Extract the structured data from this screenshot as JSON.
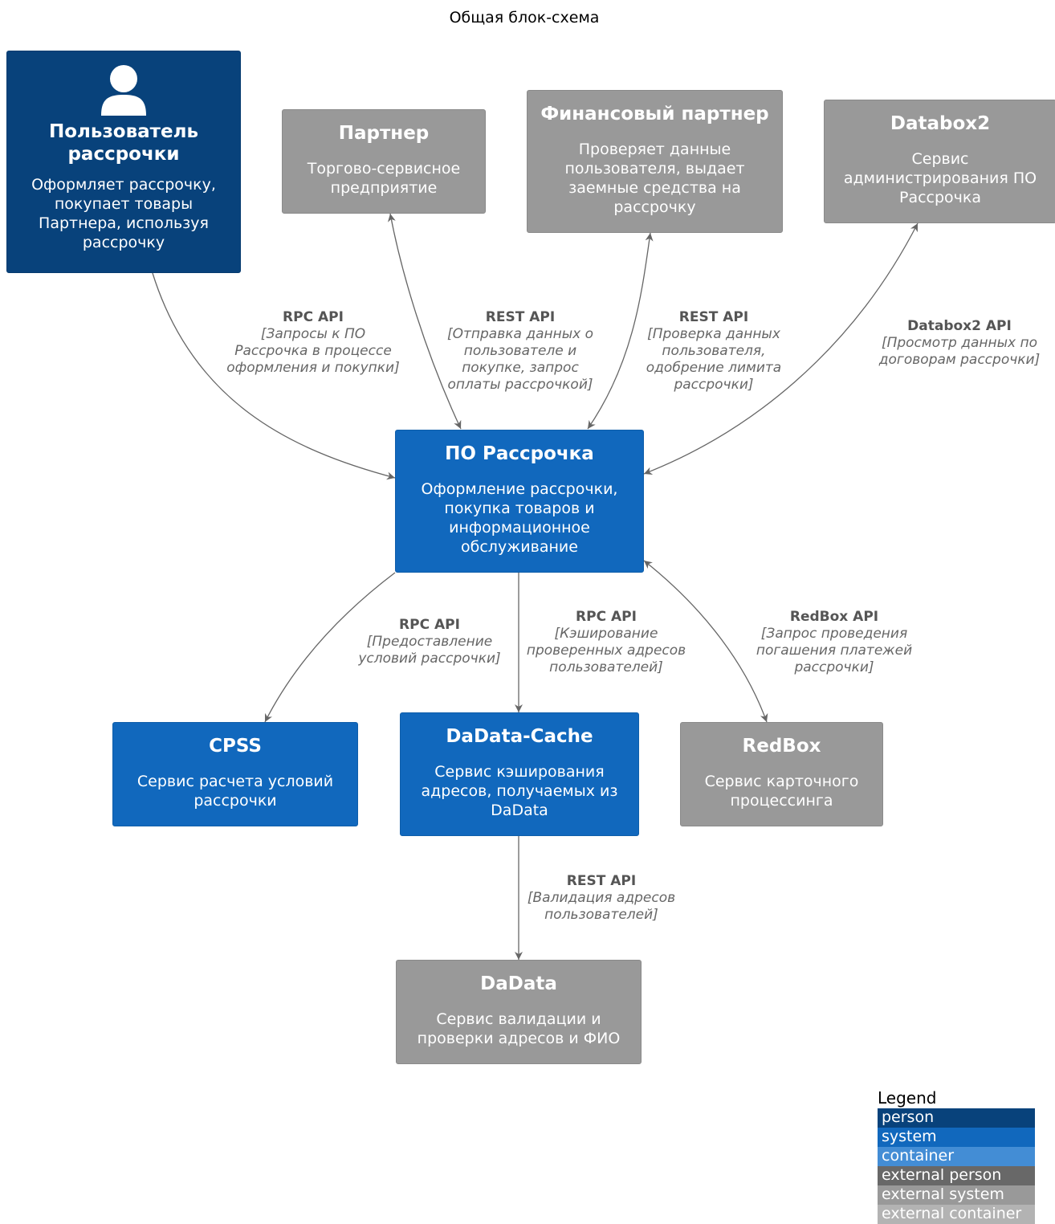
{
  "title": "Общая блок-схема",
  "nodes": {
    "user": {
      "name": "Пользователь рассрочки",
      "desc": "Оформляет рассрочку, покупает товары Партнера, используя рассрочку",
      "icon": "person-icon",
      "color": "#08427b"
    },
    "partner": {
      "name": "Партнер",
      "desc": "Торгово-сервисное предприятие",
      "color": "#999999"
    },
    "finpartner": {
      "name": "Финансовый партнер",
      "desc": "Проверяет данные пользователя, выдает заемные средства на рассрочку",
      "color": "#999999"
    },
    "databox": {
      "name": "Databox2",
      "desc": "Сервис администрирования ПО Рассрочка",
      "color": "#999999"
    },
    "po": {
      "name": "ПО Рассрочка",
      "desc": "Оформление рассрочки, покупка товаров и информационное обслуживание",
      "color": "#1168bd"
    },
    "cpss": {
      "name": "CPSS",
      "desc": "Сервис расчета условий рассрочки",
      "color": "#1168bd"
    },
    "dadatacache": {
      "name": "DaData-Cache",
      "desc": "Сервис кэширования адресов, получаемых из DaData",
      "color": "#1168bd"
    },
    "redbox": {
      "name": "RedBox",
      "desc": "Сервис карточного процессинга",
      "color": "#999999"
    },
    "dadata": {
      "name": "DaData",
      "desc": "Сервис валидации и проверки адресов и ФИО",
      "color": "#999999"
    }
  },
  "edges": {
    "user_po": {
      "tech": "RPC API",
      "text": "[Запросы к ПО Рассрочка в процессе оформления и покупки]"
    },
    "po_partner": {
      "tech": "REST API",
      "text": "[Отправка данных о пользователе и покупке, запрос оплаты рассрочкой]"
    },
    "po_finpartner": {
      "tech": "REST API",
      "text": "[Проверка данных пользователя, одобрение лимита рассрочки]"
    },
    "databox_po": {
      "tech": "Databox2 API",
      "text": "[Просмотр данных по договорам рассрочки]"
    },
    "po_cpss": {
      "tech": "RPC API",
      "text": "[Предоставление условий рассрочки]"
    },
    "po_dadatacache": {
      "tech": "RPC API",
      "text": "[Кэширование проверенных адресов пользователей]"
    },
    "po_redbox": {
      "tech": "RedBox API",
      "text": "[Запрос проведения погашения платежей рассрочки]"
    },
    "dadatacache_dadata": {
      "tech": "REST API",
      "text": "[Валидация адресов пользователей]"
    }
  },
  "legend": {
    "title": "Legend",
    "items": [
      {
        "label": "person",
        "color": "#08427b"
      },
      {
        "label": "system",
        "color": "#1168bd"
      },
      {
        "label": "container",
        "color": "#438dd5"
      },
      {
        "label": "external person",
        "color": "#686868"
      },
      {
        "label": "external system",
        "color": "#999999"
      },
      {
        "label": "external container",
        "color": "#b3b3b3"
      }
    ]
  }
}
